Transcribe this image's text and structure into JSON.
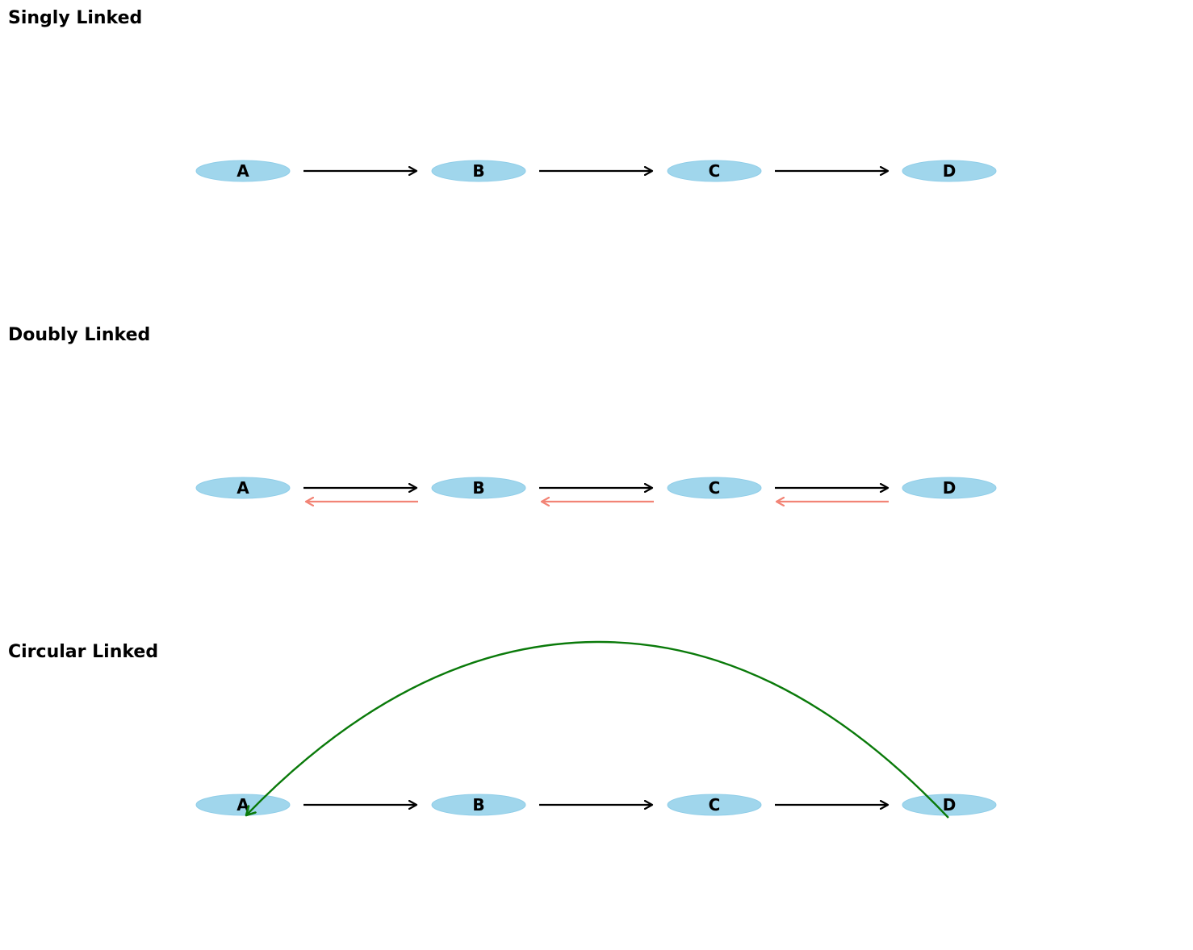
{
  "colors": {
    "node_fill": "#a0d6ec",
    "node_stroke": "#8fcde8",
    "next_arrow": "#000000",
    "prev_arrow": "#f28476",
    "circular_arrow": "#0a7a0a"
  },
  "diagrams": [
    {
      "title": "Singly Linked",
      "kind": "singly",
      "nodes": [
        "A",
        "B",
        "C",
        "D"
      ]
    },
    {
      "title": "Doubly Linked",
      "kind": "doubly",
      "nodes": [
        "A",
        "B",
        "C",
        "D"
      ]
    },
    {
      "title": "Circular Linked",
      "kind": "circular",
      "nodes": [
        "A",
        "B",
        "C",
        "D"
      ]
    }
  ]
}
